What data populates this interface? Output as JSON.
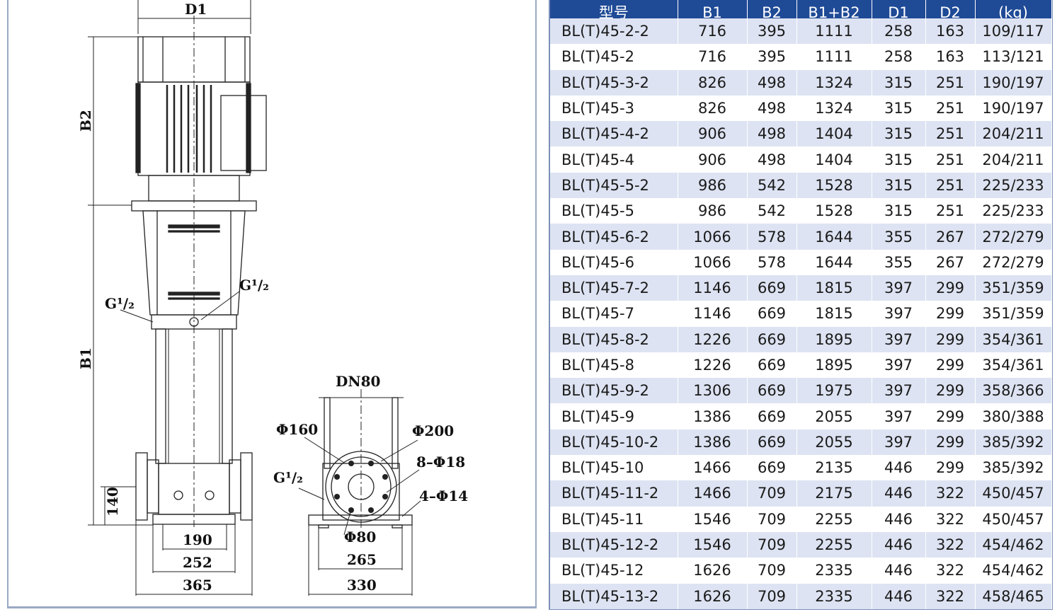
{
  "drawing": {
    "front_view": {
      "labels": {
        "width_top": "D1",
        "height_motor": "B2",
        "height_body": "B1",
        "port_left": "G¹/₂",
        "port_right": "G¹/₂",
        "flange_height": "140"
      },
      "bottom_dims": [
        "190",
        "252",
        "365"
      ]
    },
    "side_view": {
      "labels": {
        "pipe": "DN80",
        "outer_dia": "Φ200",
        "bolt_circle": "Φ160",
        "bolt_holes": "8–Φ18",
        "base_holes": "4–Φ14",
        "port": "G¹/₂",
        "inner_dia": "Φ80"
      },
      "bottom_dims": [
        "265",
        "330"
      ]
    }
  },
  "table": {
    "columns": [
      "型号",
      "B1",
      "B2",
      "B1+B2",
      "D1",
      "D2",
      "(kg)"
    ],
    "rows": [
      [
        "BL(T)45-2-2",
        "716",
        "395",
        "1111",
        "258",
        "163",
        "109/117"
      ],
      [
        "BL(T)45-2",
        "716",
        "395",
        "1111",
        "258",
        "163",
        "113/121"
      ],
      [
        "BL(T)45-3-2",
        "826",
        "498",
        "1324",
        "315",
        "251",
        "190/197"
      ],
      [
        "BL(T)45-3",
        "826",
        "498",
        "1324",
        "315",
        "251",
        "190/197"
      ],
      [
        "BL(T)45-4-2",
        "906",
        "498",
        "1404",
        "315",
        "251",
        "204/211"
      ],
      [
        "BL(T)45-4",
        "906",
        "498",
        "1404",
        "315",
        "251",
        "204/211"
      ],
      [
        "BL(T)45-5-2",
        "986",
        "542",
        "1528",
        "315",
        "251",
        "225/233"
      ],
      [
        "BL(T)45-5",
        "986",
        "542",
        "1528",
        "315",
        "251",
        "225/233"
      ],
      [
        "BL(T)45-6-2",
        "1066",
        "578",
        "1644",
        "355",
        "267",
        "272/279"
      ],
      [
        "BL(T)45-6",
        "1066",
        "578",
        "1644",
        "355",
        "267",
        "272/279"
      ],
      [
        "BL(T)45-7-2",
        "1146",
        "669",
        "1815",
        "397",
        "299",
        "351/359"
      ],
      [
        "BL(T)45-7",
        "1146",
        "669",
        "1815",
        "397",
        "299",
        "351/359"
      ],
      [
        "BL(T)45-8-2",
        "1226",
        "669",
        "1895",
        "397",
        "299",
        "354/361"
      ],
      [
        "BL(T)45-8",
        "1226",
        "669",
        "1895",
        "397",
        "299",
        "354/361"
      ],
      [
        "BL(T)45-9-2",
        "1306",
        "669",
        "1975",
        "397",
        "299",
        "358/366"
      ],
      [
        "BL(T)45-9",
        "1386",
        "669",
        "2055",
        "397",
        "299",
        "380/388"
      ],
      [
        "BL(T)45-10-2",
        "1386",
        "669",
        "2055",
        "397",
        "299",
        "385/392"
      ],
      [
        "BL(T)45-10",
        "1466",
        "669",
        "2135",
        "446",
        "299",
        "385/392"
      ],
      [
        "BL(T)45-11-2",
        "1466",
        "709",
        "2175",
        "446",
        "322",
        "450/457"
      ],
      [
        "BL(T)45-11",
        "1546",
        "709",
        "2255",
        "446",
        "322",
        "450/457"
      ],
      [
        "BL(T)45-12-2",
        "1546",
        "709",
        "2255",
        "446",
        "322",
        "454/462"
      ],
      [
        "BL(T)45-12",
        "1626",
        "709",
        "2335",
        "446",
        "322",
        "454/462"
      ],
      [
        "BL(T)45-13-2",
        "1626",
        "709",
        "2335",
        "446",
        "322",
        "458/465"
      ]
    ]
  }
}
